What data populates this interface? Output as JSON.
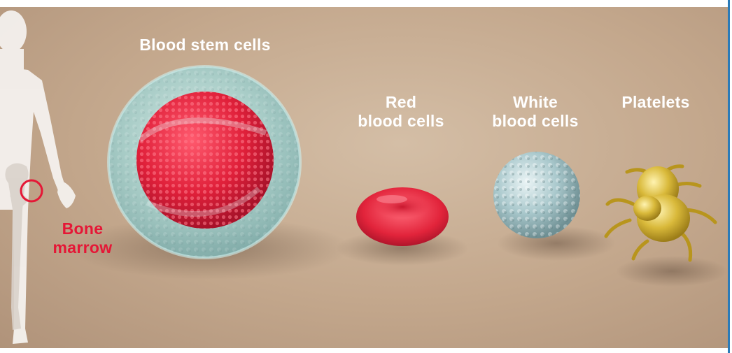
{
  "labels": {
    "stem": "Blood stem cells",
    "red_line1": "Red",
    "red_line2": "blood cells",
    "white_line1": "White",
    "white_line2": "blood cells",
    "platelets": "Platelets",
    "bone_line1": "Bone",
    "bone_line2": "marrow"
  },
  "colors": {
    "label_text": "#ffffff",
    "bone_marrow_text": "#e51736",
    "background": "#c3a78c",
    "frame_border": "#2b7bb8",
    "stem_outer": "#9fd0d0",
    "stem_nucleus": "#e0203a",
    "red_cell": "#e2243b",
    "white_cell": "#a9c8cc",
    "platelet": "#d9b93a"
  }
}
